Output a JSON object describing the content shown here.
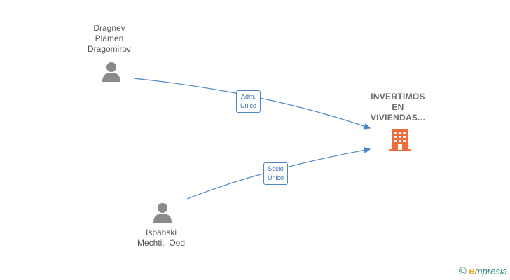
{
  "nodes": {
    "person1": {
      "name_lines": [
        "Dragnev",
        "Plamen",
        "Dragomirov"
      ],
      "icon": "person-icon"
    },
    "person2": {
      "name_lines": [
        "Ispanski",
        "Mechti.  Ood"
      ],
      "icon": "person-icon"
    },
    "company": {
      "name_lines": [
        "INVERTIMOS",
        "EN",
        "VIVIENDAS..."
      ],
      "icon": "building-icon"
    }
  },
  "edges": [
    {
      "from": "person1",
      "to": "company",
      "label_lines": [
        "Adm.",
        "Unico"
      ]
    },
    {
      "from": "person2",
      "to": "company",
      "label_lines": [
        "Socio",
        "Único"
      ]
    }
  ],
  "brand": {
    "copyright_symbol": "©",
    "initial": "e",
    "name": "mpresia"
  },
  "colors": {
    "edge": "#4a86c8",
    "person_icon": "#8a8a8a",
    "building_icon": "#f26b3a",
    "brand": "#2f8a7a"
  }
}
